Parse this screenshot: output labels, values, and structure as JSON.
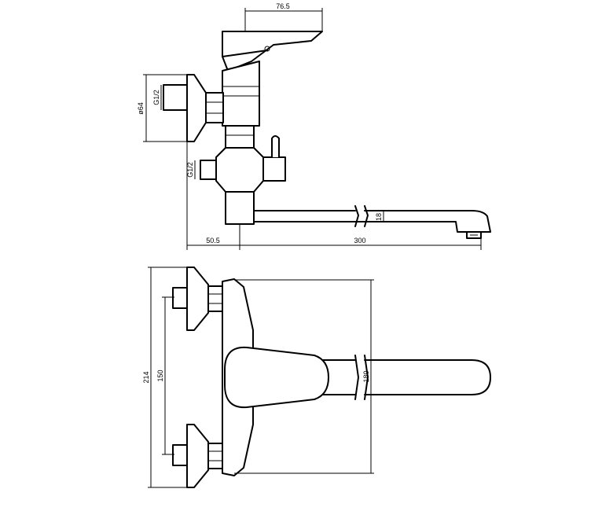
{
  "dimensions": {
    "handle_width": "76.5",
    "flange_diameter": "ø64",
    "inlet_thread_top": "G1/2",
    "inlet_thread_lower": "G1/2",
    "spout_height": "18",
    "wall_offset": "50.5",
    "spout_length": "300",
    "total_height": "214",
    "inlet_spacing": "150",
    "spout_span": "180"
  }
}
